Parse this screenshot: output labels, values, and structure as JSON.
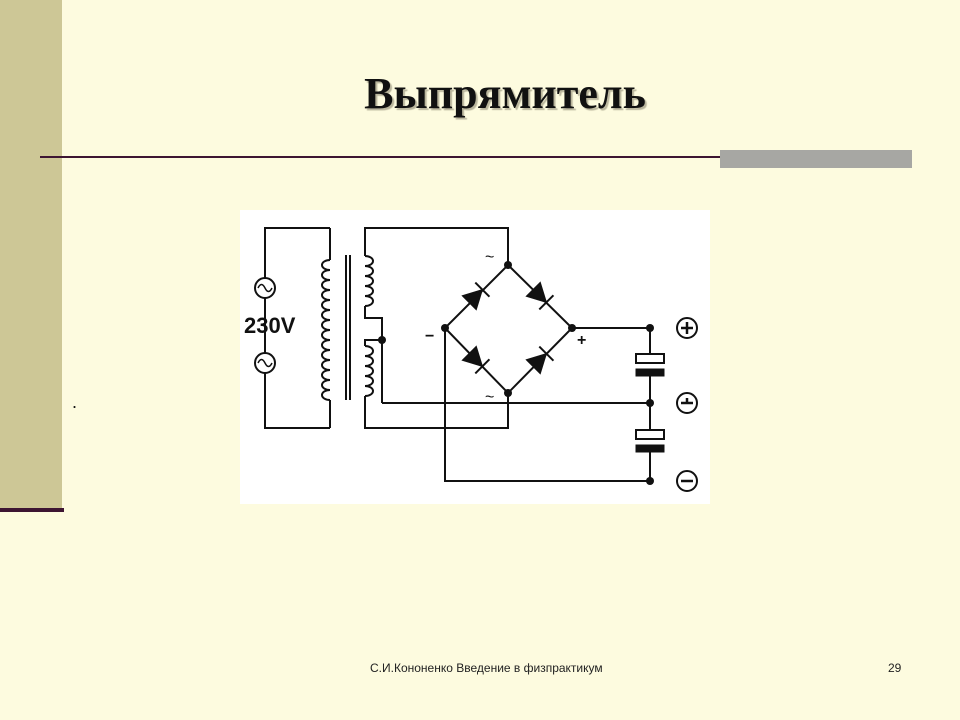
{
  "slide": {
    "title": "Выпрямитель",
    "bullet": ".",
    "footer": "С.И.Кононенко Введение в физпрактикум",
    "page_number": "29"
  },
  "diagram": {
    "voltage_label": "230V",
    "ac_symbol": "~",
    "plus": "+",
    "minus": "−"
  },
  "colors": {
    "background": "#fdfbdf",
    "side_bar": "#cdc796",
    "rule": "#3d1532",
    "accent": "#a7a7a3"
  }
}
